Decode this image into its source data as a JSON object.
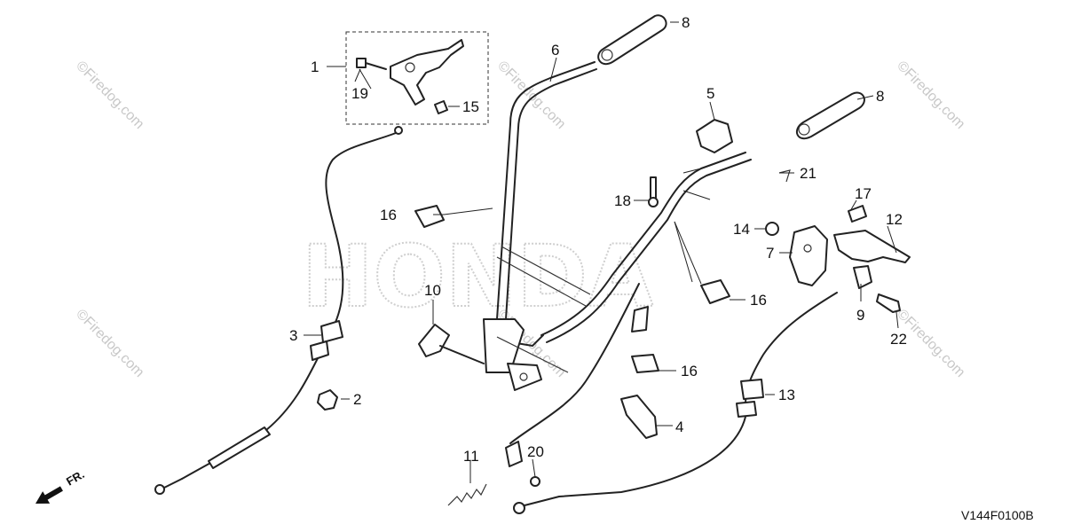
{
  "diagram": {
    "code": "V144F0100B",
    "direction_label": "FR.",
    "watermark_brand": "HONDA",
    "watermark_site": "©Firedog.com",
    "callouts": [
      {
        "id": "c1",
        "label": "1"
      },
      {
        "id": "c2",
        "label": "2"
      },
      {
        "id": "c3",
        "label": "3"
      },
      {
        "id": "c4",
        "label": "4"
      },
      {
        "id": "c5",
        "label": "5"
      },
      {
        "id": "c6",
        "label": "6"
      },
      {
        "id": "c7",
        "label": "7"
      },
      {
        "id": "c8a",
        "label": "8"
      },
      {
        "id": "c8b",
        "label": "8"
      },
      {
        "id": "c9",
        "label": "9"
      },
      {
        "id": "c10",
        "label": "10"
      },
      {
        "id": "c11",
        "label": "11"
      },
      {
        "id": "c12",
        "label": "12"
      },
      {
        "id": "c13",
        "label": "13"
      },
      {
        "id": "c14",
        "label": "14"
      },
      {
        "id": "c15",
        "label": "15"
      },
      {
        "id": "c16a",
        "label": "16"
      },
      {
        "id": "c16b",
        "label": "16"
      },
      {
        "id": "c16c",
        "label": "16"
      },
      {
        "id": "c17",
        "label": "17"
      },
      {
        "id": "c18",
        "label": "18"
      },
      {
        "id": "c19",
        "label": "19"
      },
      {
        "id": "c20",
        "label": "20"
      },
      {
        "id": "c21",
        "label": "21"
      },
      {
        "id": "c22",
        "label": "22"
      }
    ]
  }
}
